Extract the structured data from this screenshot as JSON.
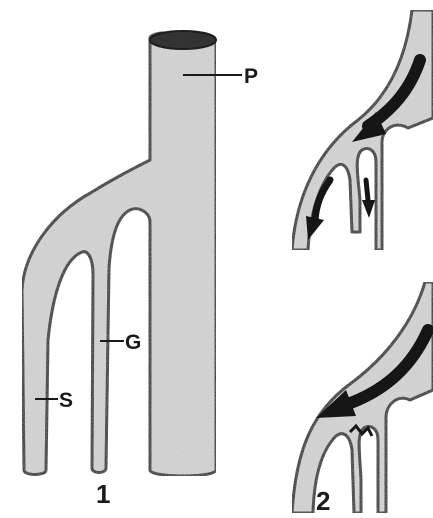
{
  "figure": {
    "labels": {
      "portal": "P",
      "gastric": "G",
      "splenic": "S"
    },
    "panel_numbers": {
      "panel_1": "1",
      "panel_2": "2"
    },
    "colors": {
      "vessel_fill": "#d6d6d6",
      "vessel_outline": "#1e1e1e",
      "arrow": "#161616",
      "portal_top": "#333333",
      "background": "#ffffff"
    }
  }
}
